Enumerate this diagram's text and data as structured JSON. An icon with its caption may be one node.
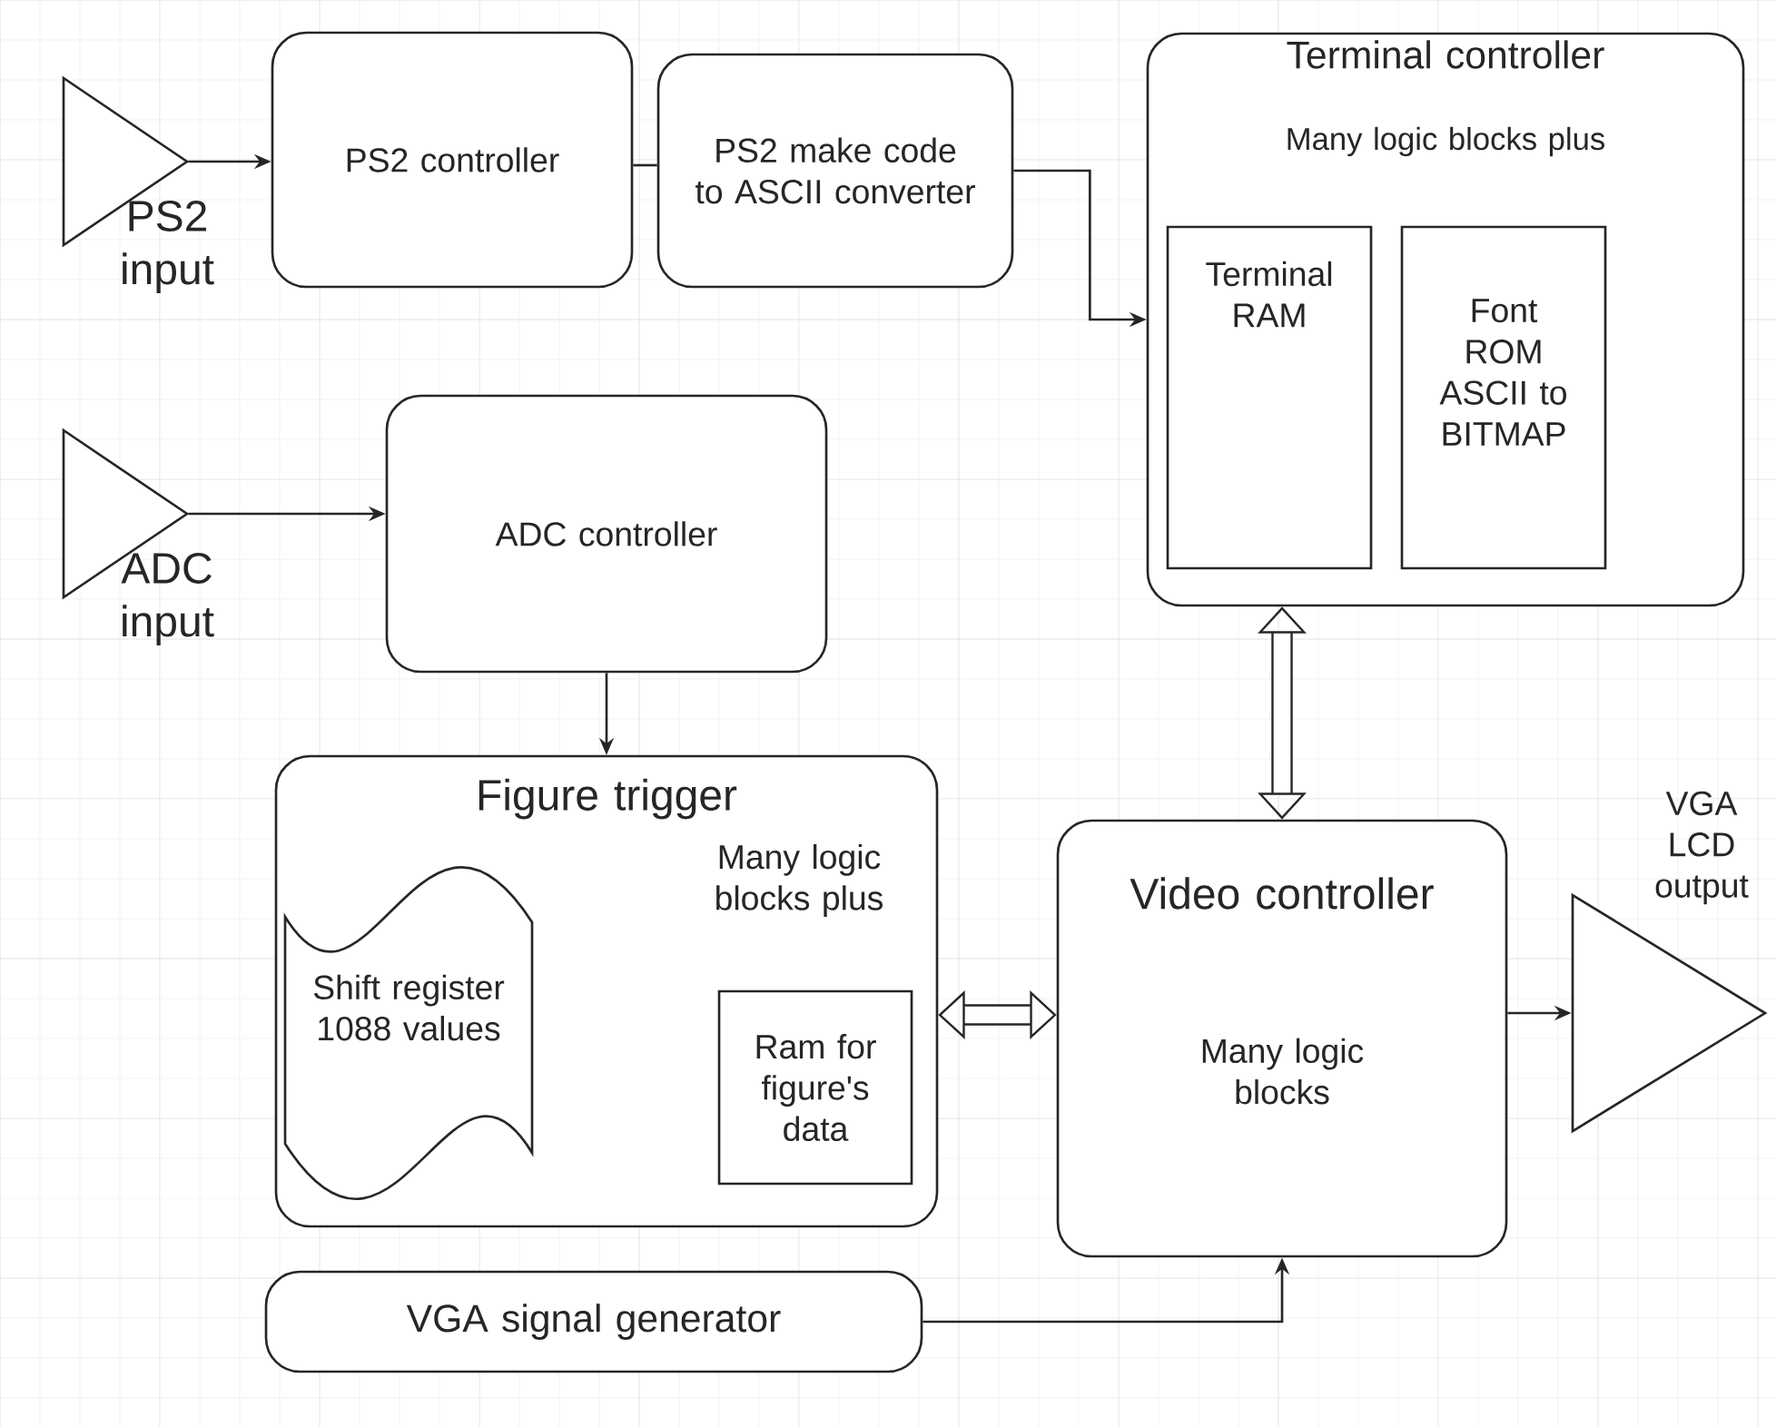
{
  "diagram": {
    "nodes": [
      {
        "text": [
          "PS2 input"
        ]
      },
      {
        "text": [
          "PS2 controller"
        ]
      },
      {
        "text": [
          "PS2 make code to ASCII converter"
        ]
      },
      {
        "text": [
          "Terminal controller",
          "Many logic blocks plus"
        ]
      },
      {
        "text": [
          "Terminal RAM"
        ],
        "in": 3
      },
      {
        "text": [
          "Font ROM ASCII to BITMAP"
        ],
        "in": 3
      },
      {
        "text": [
          "ADC input"
        ]
      },
      {
        "text": [
          "ADC controller"
        ]
      },
      {
        "text": [
          "Figure trigger",
          "Many logic blocks plus"
        ]
      },
      {
        "text": [
          "Shift register 1088 values"
        ],
        "in": 8
      },
      {
        "text": [
          "Ram for figure's data"
        ],
        "in": 8
      },
      {
        "text": [
          "Video controller",
          "Many logic blocks"
        ]
      },
      {
        "text": [
          "VGA LCD output"
        ]
      },
      {
        "text": [
          "VGA signal generator"
        ]
      }
    ],
    "edges": [
      {
        "from": 0,
        "to": 1,
        "arrow": "to"
      },
      {
        "from": 1,
        "to": 2,
        "arrow": "none"
      },
      {
        "from": 2,
        "to": 3,
        "arrow": "to"
      },
      {
        "from": 6,
        "to": 7,
        "arrow": "to"
      },
      {
        "from": 7,
        "to": 8,
        "arrow": "to"
      },
      {
        "from": 3,
        "to": 11,
        "arrow": "both",
        "style": "thick"
      },
      {
        "from": 8,
        "to": 11,
        "arrow": "both",
        "style": "thick"
      },
      {
        "from": 11,
        "to": 12,
        "arrow": "to"
      },
      {
        "from": 13,
        "to": 11,
        "arrow": "to"
      }
    ]
  }
}
